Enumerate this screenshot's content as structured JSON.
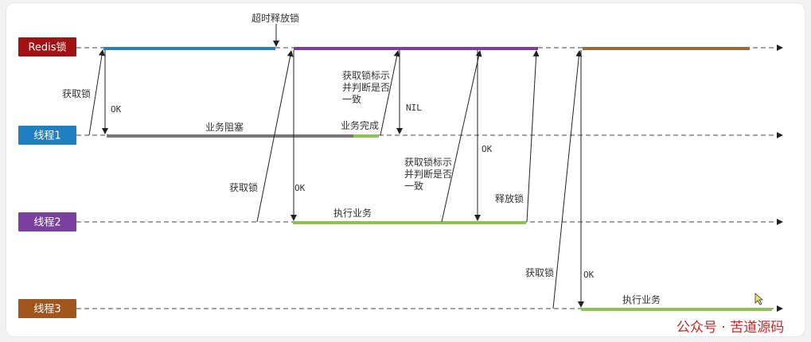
{
  "lanes": [
    {
      "id": "redis",
      "label": "Redis锁",
      "color": "#a11212"
    },
    {
      "id": "t1",
      "label": "线程1",
      "color": "#1f7fc0"
    },
    {
      "id": "t2",
      "label": "线程2",
      "color": "#7b3fa0"
    },
    {
      "id": "t3",
      "label": "线程3",
      "color": "#a0561c"
    }
  ],
  "colors": {
    "hold_blue": "#2b7fb8",
    "hold_purple": "#7b3fa0",
    "hold_brown": "#9a6a3a",
    "block_gray": "#777777",
    "work_green": "#8fc158"
  },
  "labels": {
    "timeout_release": "超时释放锁",
    "t1_acquire": "获取锁",
    "t1_ok": "OK",
    "t1_blocked": "业务阻塞",
    "t1_done": "业务完成",
    "t1_check_l1": "获取锁标示",
    "t1_check_l2": "并判断是否",
    "t1_check_l3": "一致",
    "t1_nil": "NIL",
    "t2_acquire": "获取锁",
    "t2_ok": "OK",
    "t2_work": "执行业务",
    "t2_check_l1": "获取锁标示",
    "t2_check_l2": "并判断是否",
    "t2_check_l3": "一致",
    "t2_check_ok": "OK",
    "t2_release": "释放锁",
    "t3_acquire": "获取锁",
    "t3_ok": "OK",
    "t3_work": "执行业务"
  },
  "watermark": {
    "prefix": "公众号 · ",
    "name": "苦道源码"
  }
}
